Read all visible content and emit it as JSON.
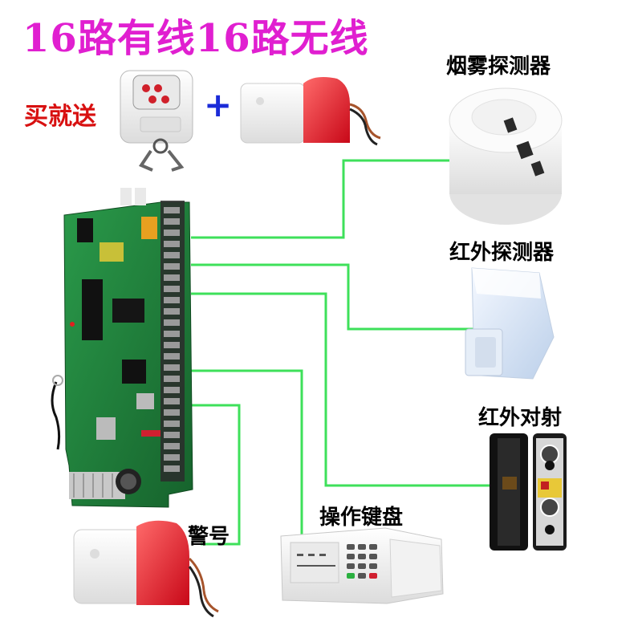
{
  "header": {
    "title": "16路有线16路无线"
  },
  "promo": {
    "text": "买就送",
    "plus": "+"
  },
  "devices": {
    "smoke": {
      "label": "烟雾探测器"
    },
    "pir": {
      "label": "红外探测器"
    },
    "beam": {
      "label": "红外对射"
    },
    "keypad": {
      "label": "操作键盘"
    },
    "siren": {
      "label": "警号"
    }
  },
  "colors": {
    "title": "#e01fd0",
    "wire": "#3ee05a",
    "promo": "#d81010",
    "plus": "#1b2bd8",
    "board": "#1e7a3a"
  }
}
